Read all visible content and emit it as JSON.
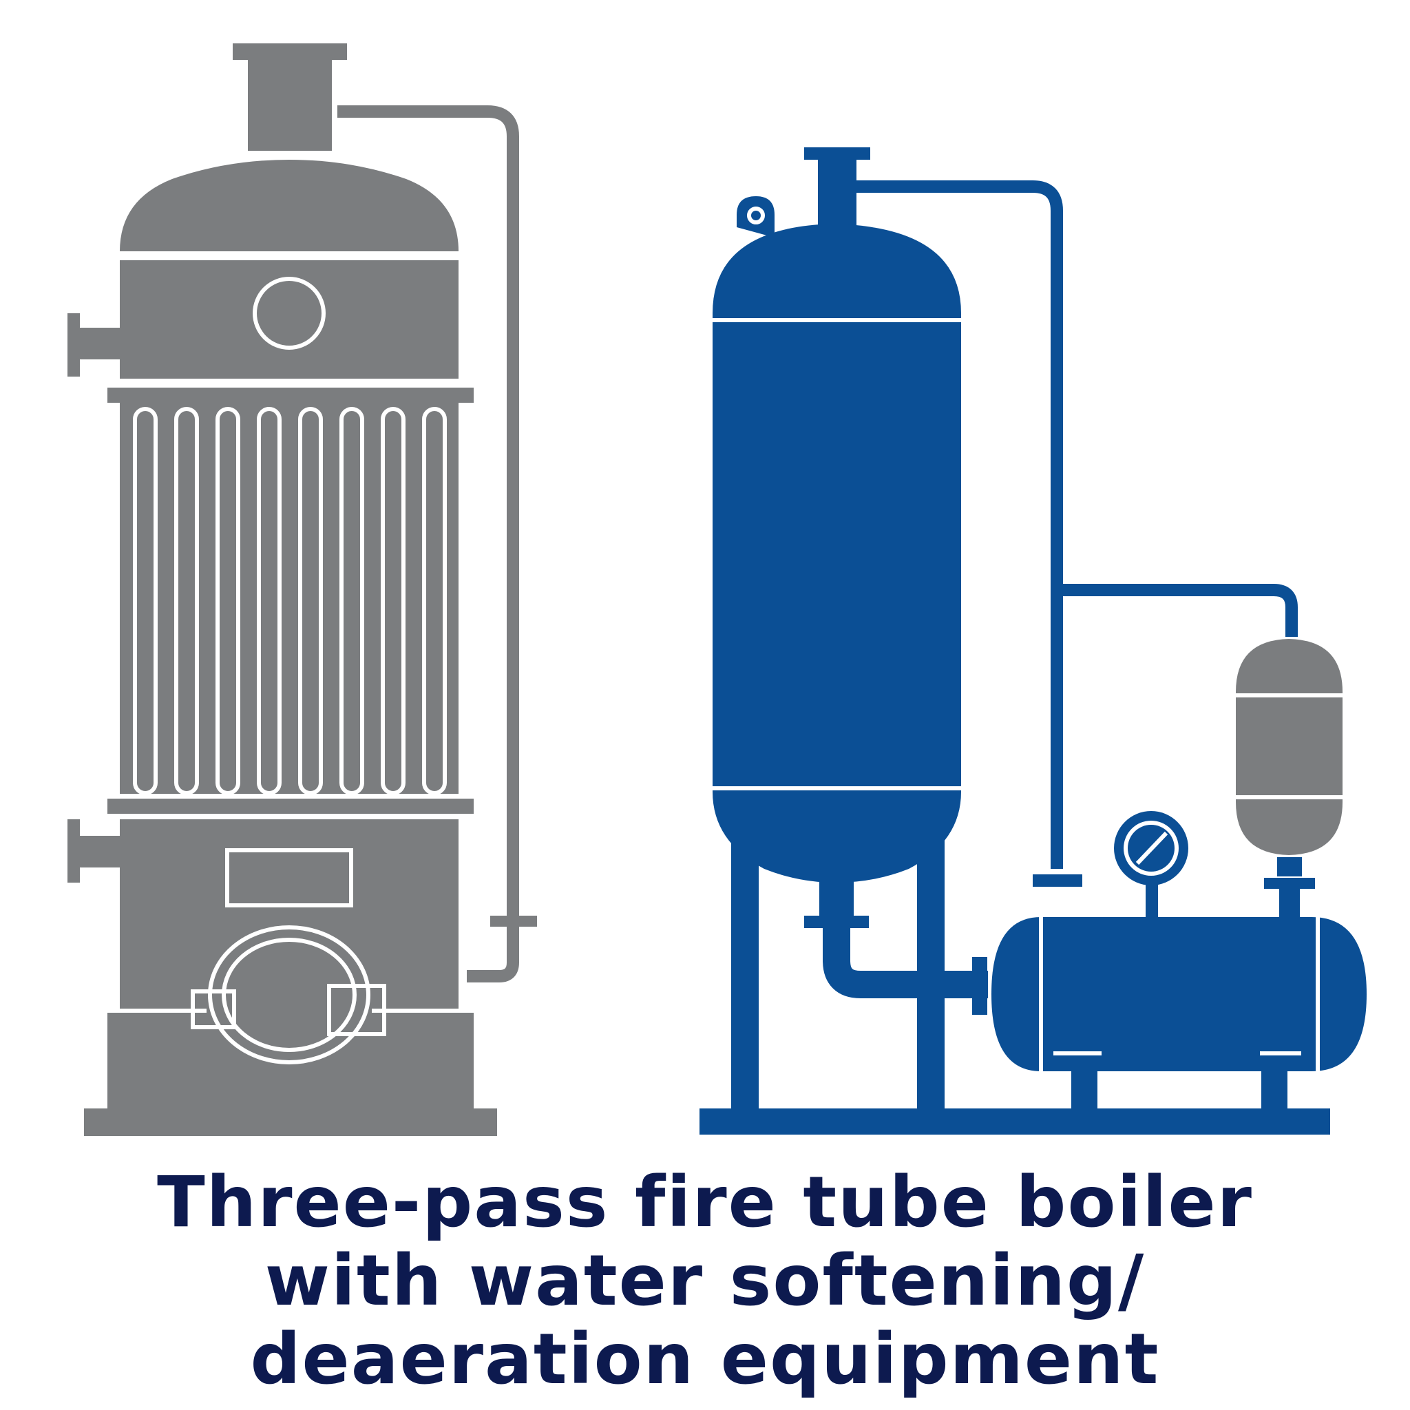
{
  "caption": {
    "line1": "Three-pass fire tube boiler",
    "line2": "with water softening/",
    "line3": "deaeration equipment"
  },
  "colors": {
    "boiler": "#7b7d7f",
    "equipment": "#0b4f95",
    "gray_vessel": "#7b7d7f",
    "caption": "#0d1a4f",
    "background": "#ffffff"
  },
  "icons": {
    "pressure_gauge": "pressure-gauge-icon",
    "boiler": "fire-tube-boiler-icon",
    "deaerator": "deaerator-tank-icon",
    "softener": "softener-vessel-icon",
    "feed_tank": "feed-water-tank-icon"
  }
}
